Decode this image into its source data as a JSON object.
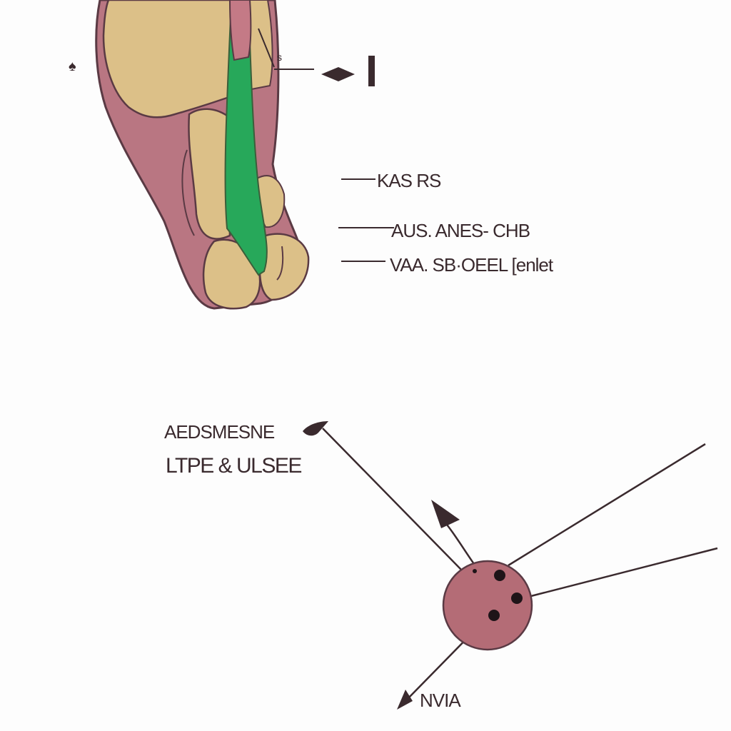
{
  "upper_figure": {
    "left_marker": "♠",
    "top_right_marker": "I",
    "small_tick": "s",
    "labels": [
      "KAS RS",
      "AUS. ANES- CHB",
      "VAA. SB·OEEL [enlet"
    ]
  },
  "lower_figure": {
    "title_line_1": "AEDSMESNE",
    "title_line_2": "LTPE & ULSEE",
    "bottom_label": "NVIA"
  },
  "colors": {
    "bone": "#dcc088",
    "tissue": "#b97682",
    "tendon": "#27a85a",
    "outline": "#5a3a44",
    "ink": "#3a2a2e",
    "cell": "#b46c76"
  }
}
